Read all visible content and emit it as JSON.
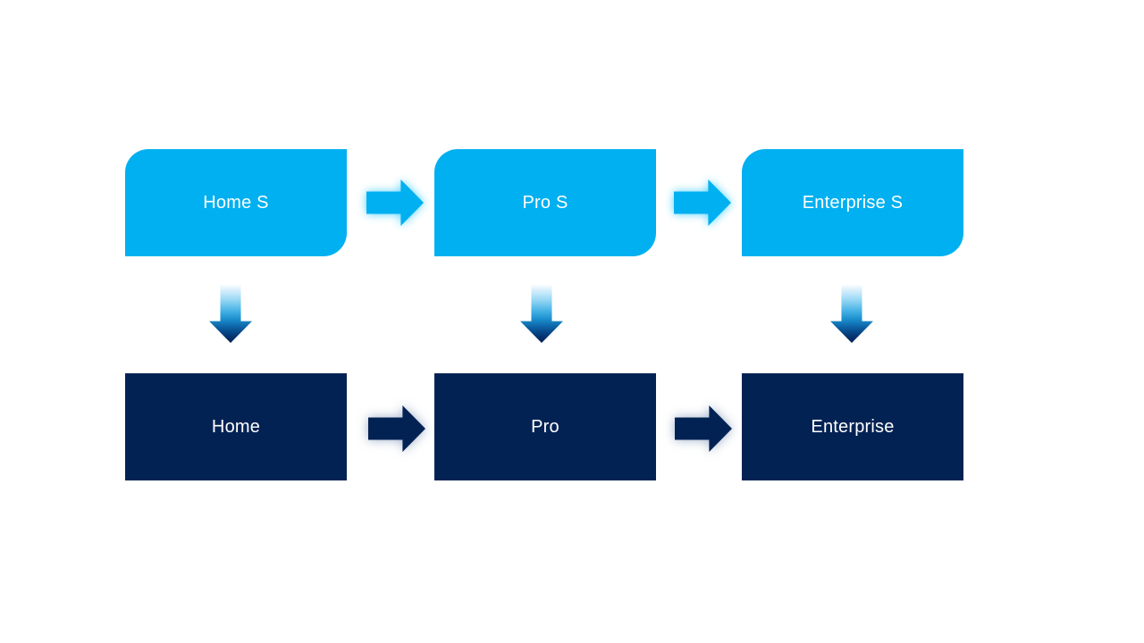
{
  "diagram": {
    "top_row": {
      "boxes": [
        {
          "label": "Home S"
        },
        {
          "label": "Pro S"
        },
        {
          "label": "Enterprise S"
        }
      ]
    },
    "bottom_row": {
      "boxes": [
        {
          "label": "Home"
        },
        {
          "label": "Pro"
        },
        {
          "label": "Enterprise"
        }
      ]
    },
    "icons": {
      "right_arrow": "right-arrow",
      "down_arrow": "down-arrow"
    },
    "colors": {
      "cyan": "#00B0F0",
      "navy": "#032254",
      "glow_cyan": "rgba(0,190,255,0.70)",
      "glow_navy": "rgba(105,130,170,0.65)",
      "background": "#FFFFFF"
    }
  }
}
